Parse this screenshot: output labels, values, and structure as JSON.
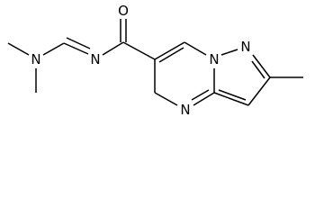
{
  "molecule": {
    "atoms": {
      "n_dimethyl": "N",
      "n_imine": "N",
      "o_carbonyl": "O",
      "n_ring_bridge": "N",
      "n_ring_pyrazole": "N",
      "n_ring_pyrimidine": "N"
    }
  },
  "colors": {
    "bond": "#000000",
    "label": "#000000",
    "background": "#ffffff"
  }
}
